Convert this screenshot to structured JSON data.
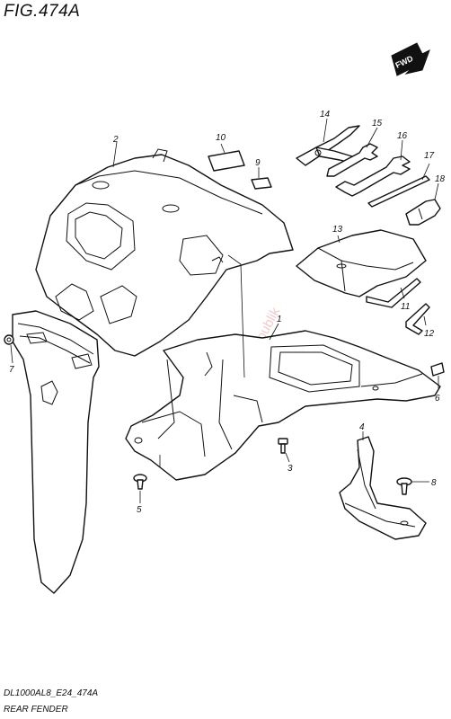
{
  "figure": {
    "title": "FIG.474A",
    "model_code": "DL1000AL8_E24_474A",
    "name": "REAR FENDER"
  },
  "fwd_badge": "FWD",
  "watermark": "PartsRepublik",
  "callouts": {
    "p1": "1",
    "p2": "2",
    "p3": "3",
    "p4": "4",
    "p5": "5",
    "p6": "6",
    "p7": "7",
    "p8": "8",
    "p9": "9",
    "p10": "10",
    "p11": "11",
    "p12": "12",
    "p13": "13",
    "p14": "14",
    "p15": "15",
    "p16": "16",
    "p17": "17",
    "p18": "18"
  }
}
